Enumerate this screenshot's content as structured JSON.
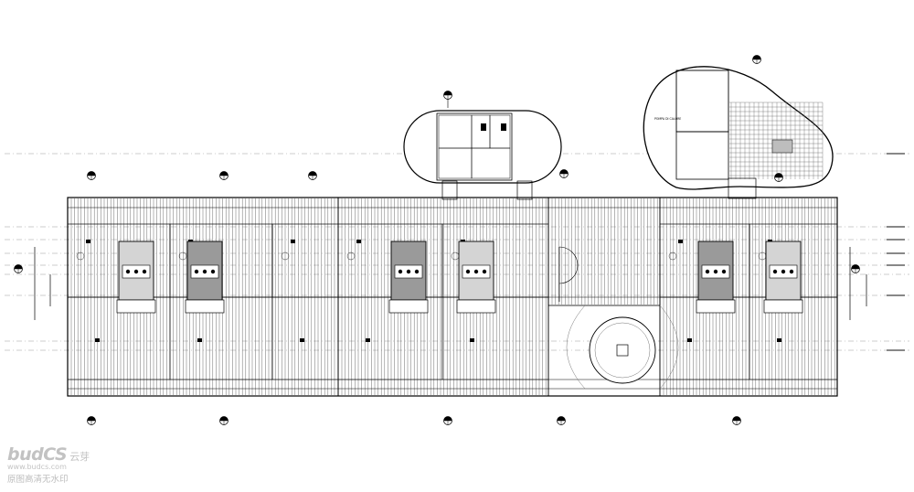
{
  "drawing": {
    "type": "architectural floor plan",
    "line_color": "#000000",
    "background": "#ffffff"
  },
  "labels": {
    "pod_label": "POMPA DI CALORE"
  },
  "watermark": {
    "logo": "budCS",
    "brand_cn": "云芽",
    "url": "www.budcs.com",
    "subtitle": "原图高清无水印",
    "color": "#c2c2c2"
  }
}
